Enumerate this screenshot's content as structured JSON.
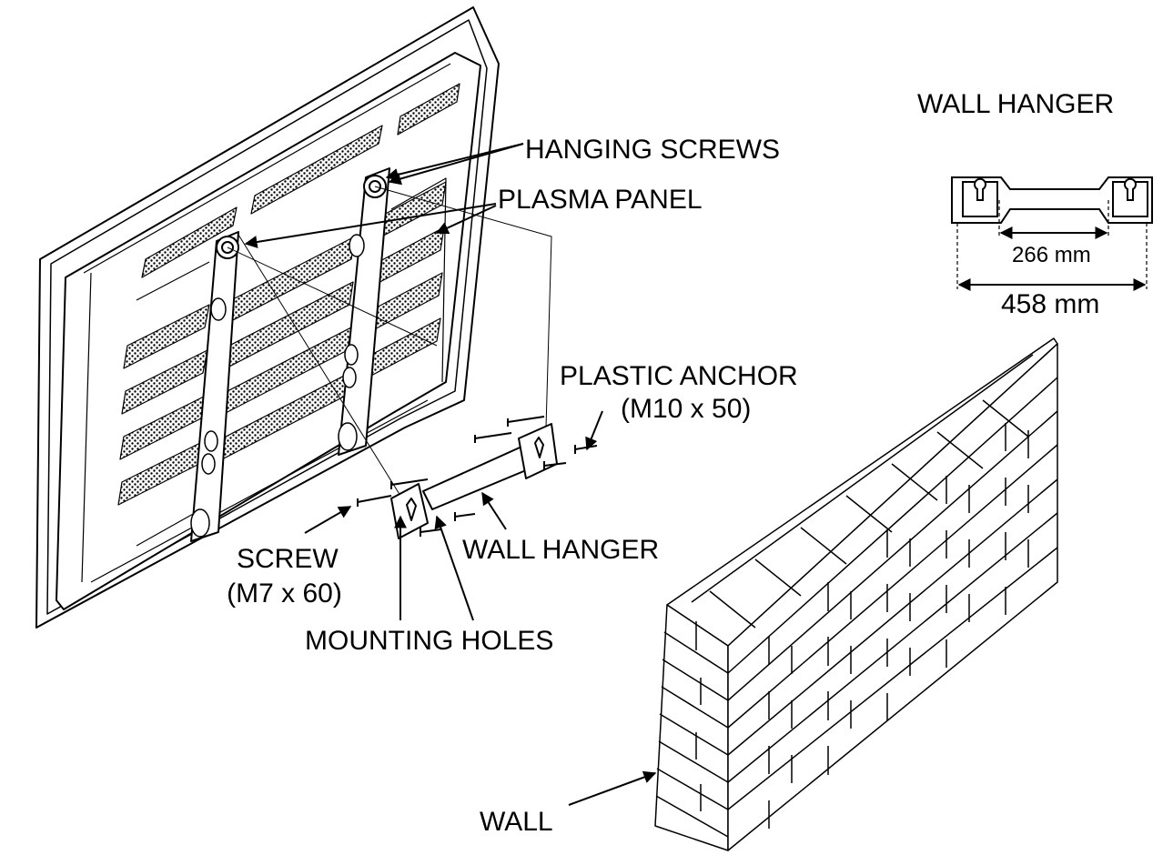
{
  "labels": {
    "hanging_screws": "HANGING SCREWS",
    "plasma_panel": "PLASMA PANEL",
    "plastic_anchor": "PLASTIC ANCHOR",
    "plastic_anchor_size": "(M10 x 50)",
    "wall_hanger": "WALL HANGER",
    "screw": "SCREW",
    "screw_size": "(M7 x 60)",
    "mounting_holes": "MOUNTING HOLES",
    "wall": "WALL"
  },
  "detail": {
    "title": "WALL HANGER",
    "inner_dimension": "266 mm",
    "outer_dimension": "458 mm"
  }
}
